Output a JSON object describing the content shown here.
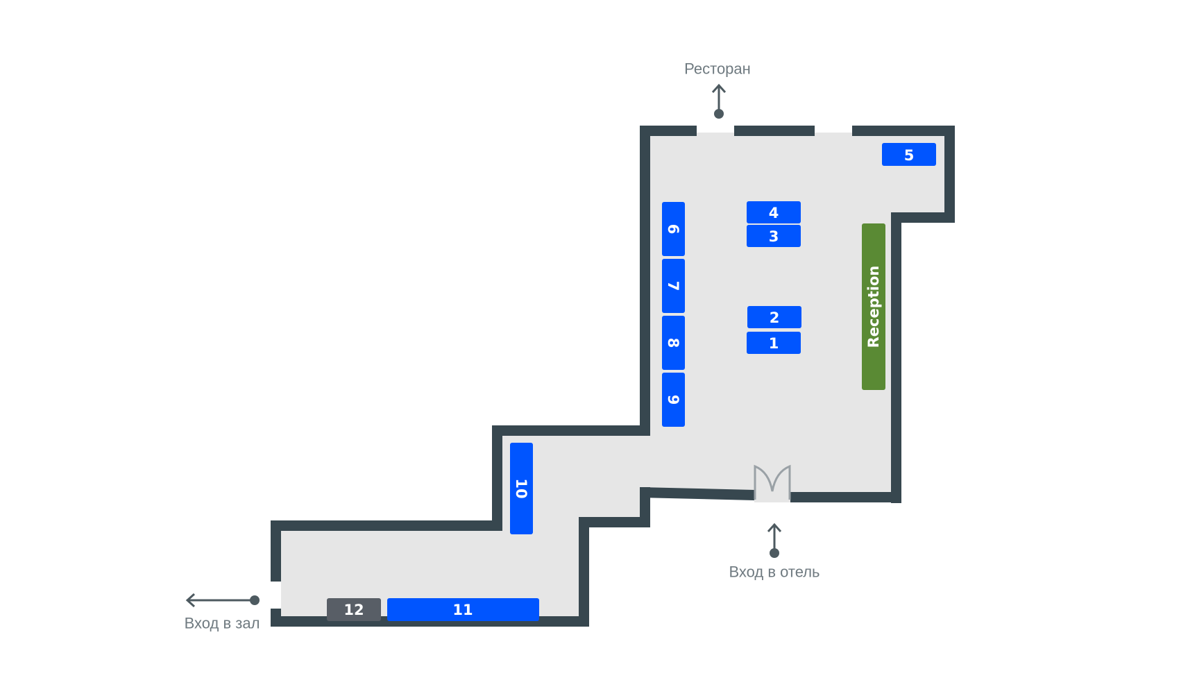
{
  "map": {
    "colors": {
      "wall": "#37474f",
      "floor": "#e6e6e6",
      "booth": "#0055ff",
      "booth_reserved": "#585e66",
      "reception": "#5a8a34",
      "label": "#6f7a80",
      "door": "#9aa1a6"
    },
    "labels": {
      "restaurant": "Ресторан",
      "hotel_entrance": "Вход в отель",
      "hall_entrance": "Вход в зал"
    },
    "reception": "Reception",
    "booths": [
      {
        "number": "1",
        "status": "available"
      },
      {
        "number": "2",
        "status": "available"
      },
      {
        "number": "3",
        "status": "available"
      },
      {
        "number": "4",
        "status": "available"
      },
      {
        "number": "5",
        "status": "available"
      },
      {
        "number": "6",
        "status": "available"
      },
      {
        "number": "7",
        "status": "available"
      },
      {
        "number": "8",
        "status": "available"
      },
      {
        "number": "9",
        "status": "available"
      },
      {
        "number": "10",
        "status": "available"
      },
      {
        "number": "11",
        "status": "available"
      },
      {
        "number": "12",
        "status": "reserved"
      }
    ]
  }
}
